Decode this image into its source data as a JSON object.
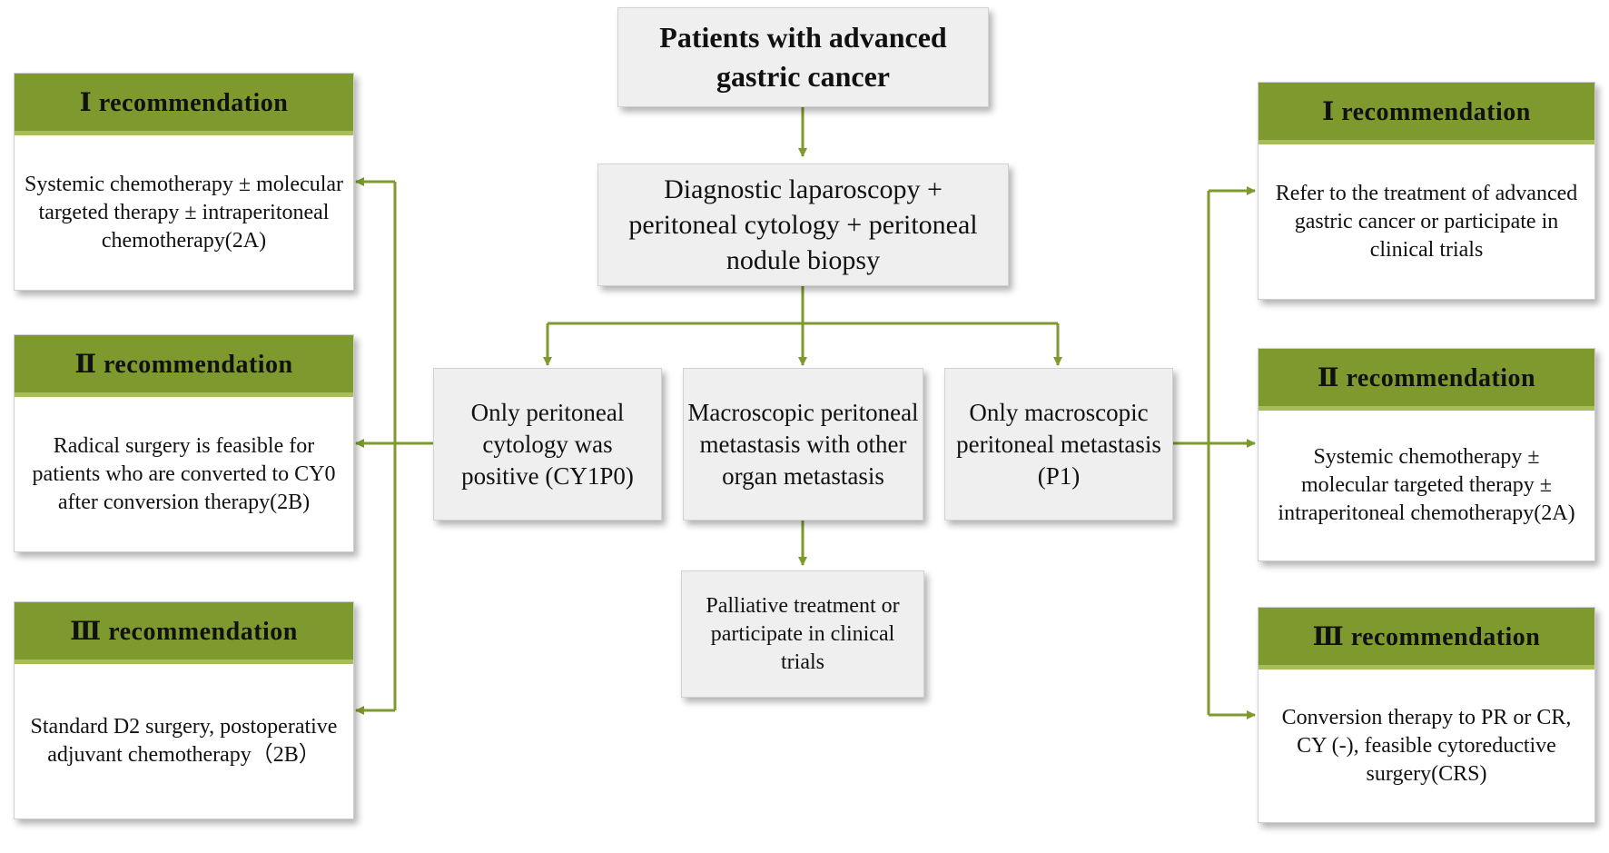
{
  "top_box": "Patients with advanced gastric cancer",
  "laparoscopy_box": "Diagnostic laparoscopy + peritoneal cytology + peritoneal nodule biopsy",
  "branches": {
    "cytology_positive": "Only peritoneal cytology was positive (CY1P0)",
    "macro_with_organ": "Macroscopic peritoneal metastasis with other organ metastasis",
    "macro_only": "Only macroscopic peritoneal metastasis (P1)"
  },
  "palliative_box": "Palliative treatment or participate in clinical trials",
  "left_recommendations": [
    {
      "heading": "Ⅰ recommendation",
      "text": "Systemic chemotherapy ± molecular targeted therapy ± intraperitoneal chemotherapy(2A)"
    },
    {
      "heading": "Ⅱ recommendation",
      "text": "Radical surgery is feasible for patients who are converted to CY0 after conversion therapy(2B)"
    },
    {
      "heading": "Ⅲ recommendation",
      "text": "Standard D2 surgery, postoperative adjuvant chemotherapy（2B）"
    }
  ],
  "right_recommendations": [
    {
      "heading": "Ⅰ recommendation",
      "text": "Refer to the treatment of advanced gastric cancer or participate in clinical trials"
    },
    {
      "heading": "Ⅱ recommendation",
      "text": "Systemic chemotherapy ± molecular targeted therapy ± intraperitoneal chemotherapy(2A)"
    },
    {
      "heading": "Ⅲ recommendation",
      "text": "Conversion therapy to PR or CR, CY (-), feasible cytoreductive surgery(CRS)"
    }
  ],
  "colors": {
    "accent": "#7e9a2e",
    "accent_light": "#a7bd5a",
    "box_fill": "#efefef",
    "arrow": "#7e9a2e"
  }
}
